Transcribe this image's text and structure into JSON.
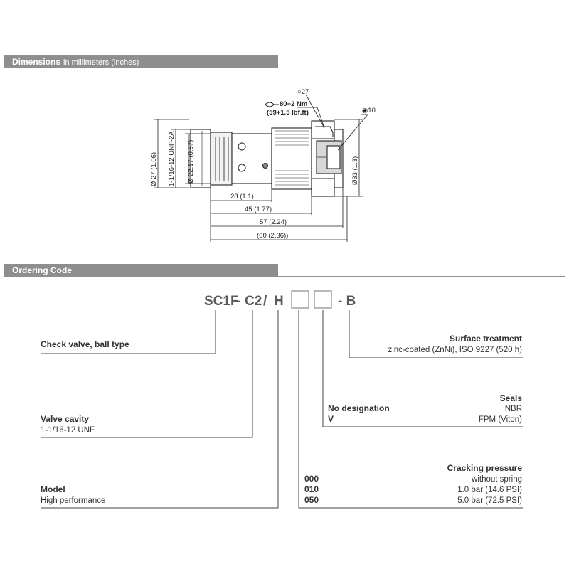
{
  "dimensions_section": {
    "title": "Dimensions",
    "subtitle": "in millimeters (inches)",
    "drawing": {
      "hex_size": "27",
      "torque_metric": "80+2 Nm",
      "torque_imperial": "(59+1.5 lbf.ft)",
      "hex_socket": "10",
      "diameter_outer_left": "Ø 27 (1.06)",
      "thread": "1-1/16-12 UNF-2A",
      "diameter_inner": "Ø 22.17 (0.87)",
      "diameter_right": "Ø33 (1.3)",
      "length_28": "28 (1.1)",
      "length_45": "45 (1.77)",
      "length_57": "57 (2.24)",
      "length_60": "(60 (2.36))"
    }
  },
  "ordering_section": {
    "title": "Ordering Code",
    "code": {
      "part1": "SC1F",
      "sep1": "-",
      "part2": "C2",
      "slash": "/",
      "part3": "H",
      "suffix": "- B"
    },
    "check_valve": {
      "title": "Check valve, ball type"
    },
    "valve_cavity": {
      "title": "Valve cavity",
      "value": "1-1/16-12 UNF"
    },
    "model": {
      "title": "Model",
      "value": "High performance"
    },
    "surface": {
      "title": "Surface treatment",
      "value": "zinc-coated (ZnNi), ISO 9227 (520 h)"
    },
    "seals": {
      "title": "Seals",
      "rows": [
        {
          "code": "No designation",
          "desc": "NBR"
        },
        {
          "code": "V",
          "desc": "FPM (Viton)"
        }
      ]
    },
    "cracking": {
      "title": "Cracking pressure",
      "rows": [
        {
          "code": "",
          "desc": "without spring"
        },
        {
          "code": "000",
          "desc": ""
        },
        {
          "code": "010",
          "desc": "1.0 bar (14.6 PSI)"
        },
        {
          "code": "050",
          "desc": "5.0 bar (72.5 PSI)"
        }
      ]
    }
  }
}
